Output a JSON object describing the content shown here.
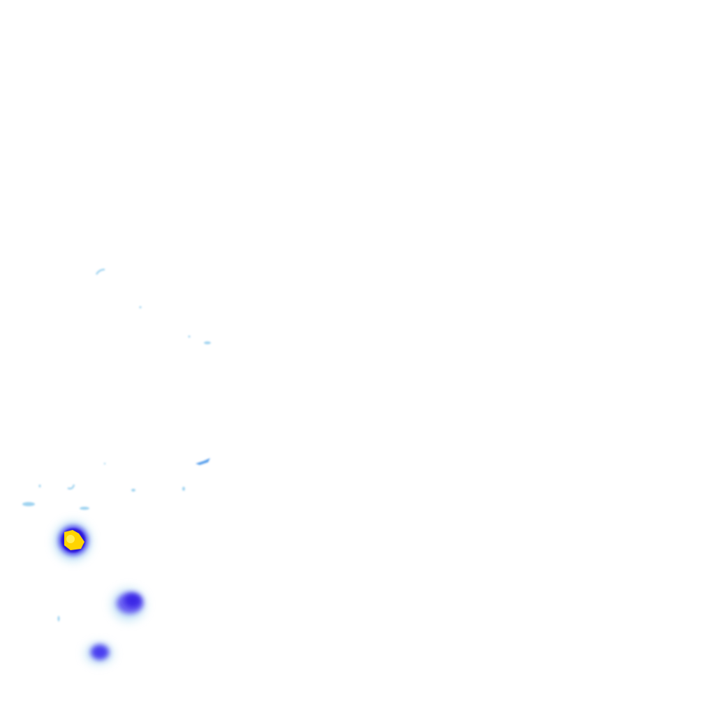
{
  "layer": {
    "type": "precipitation-radar-tile",
    "colors": {
      "background": "#ffffff",
      "light": "#9fd3f0",
      "light_moderate": "#5aa0ec",
      "moderate": "#4a3cf0",
      "heavy": "#2a12d8",
      "intense": "#ffd400",
      "extreme": "#ffee55"
    },
    "echoes": [
      {
        "id": "echo-core-intense",
        "intensity": "intense"
      },
      {
        "id": "echo-cell-moderate-east",
        "intensity": "moderate"
      },
      {
        "id": "echo-cell-moderate-south",
        "intensity": "moderate"
      },
      {
        "id": "echo-streak-light-moderate",
        "intensity": "light_moderate"
      },
      {
        "id": "echo-scattered-light",
        "intensity": "light"
      }
    ]
  }
}
